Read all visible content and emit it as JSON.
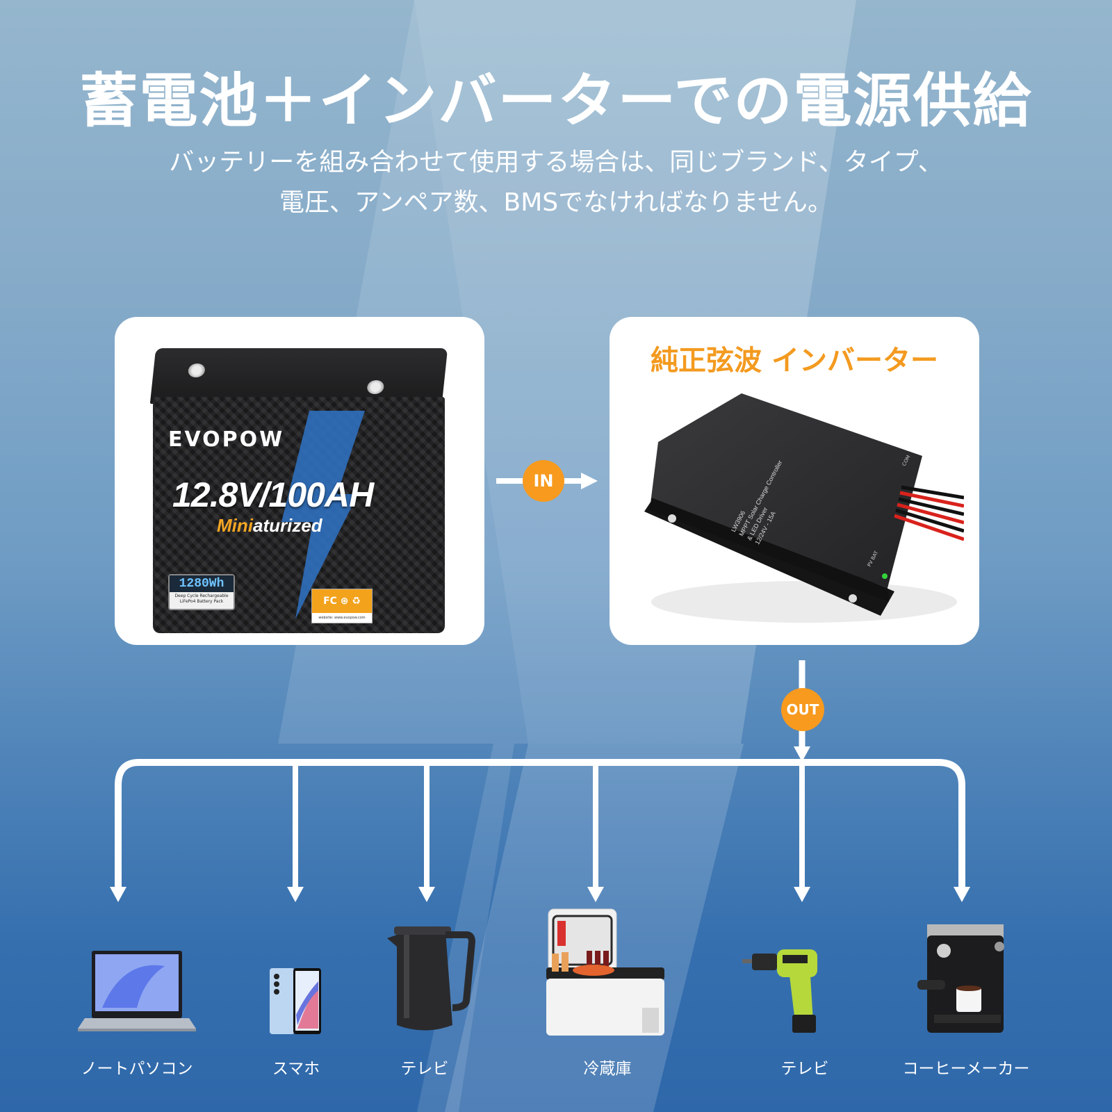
{
  "header": {
    "title": "蓄電池＋インバーターでの電源供給",
    "subtitle_line1": "バッテリーを組み合わせて使用する場合は、同じブランド、タイプ、",
    "subtitle_line2": "電圧、アンペア数、BMSでなければなりません。"
  },
  "battery_card": {
    "brand": "EVOPOW",
    "spec": "12.8V/100AH",
    "tag_highlight": "Mini",
    "tag_rest": "aturized",
    "capacity": "1280Wh",
    "capacity_desc": "Deep Cycle Rechargeable LiFePo4 Battery Pack",
    "cert_marks": "FC ⊛ ♻",
    "website": "website: www.evopow.com"
  },
  "inverter_card": {
    "title": "純正弦波 インバーター",
    "device_model": "LW3906",
    "device_line2": "MPPT Solar Charge Controller",
    "device_line3": "& LED Driver",
    "device_line4": "12/24V - 15A",
    "port_label_com": "COM",
    "port_label_pv": "PV BAT"
  },
  "flow": {
    "in_label": "IN",
    "out_label": "OUT"
  },
  "devices": [
    {
      "label": "ノートパソコン",
      "icon": "laptop-icon"
    },
    {
      "label": "スマホ",
      "icon": "smartphone-icon"
    },
    {
      "label": "テレビ",
      "icon": "kettle-icon"
    },
    {
      "label": "冷蔵庫",
      "icon": "cooler-fridge-icon"
    },
    {
      "label": "テレビ",
      "icon": "drill-icon"
    },
    {
      "label": "コーヒーメーカー",
      "icon": "coffee-maker-icon"
    }
  ],
  "colors": {
    "accent_orange": "#f79a1e",
    "title_orange": "#f39a1f",
    "background_top": "#95b6cd",
    "background_bottom": "#2f68aa"
  }
}
